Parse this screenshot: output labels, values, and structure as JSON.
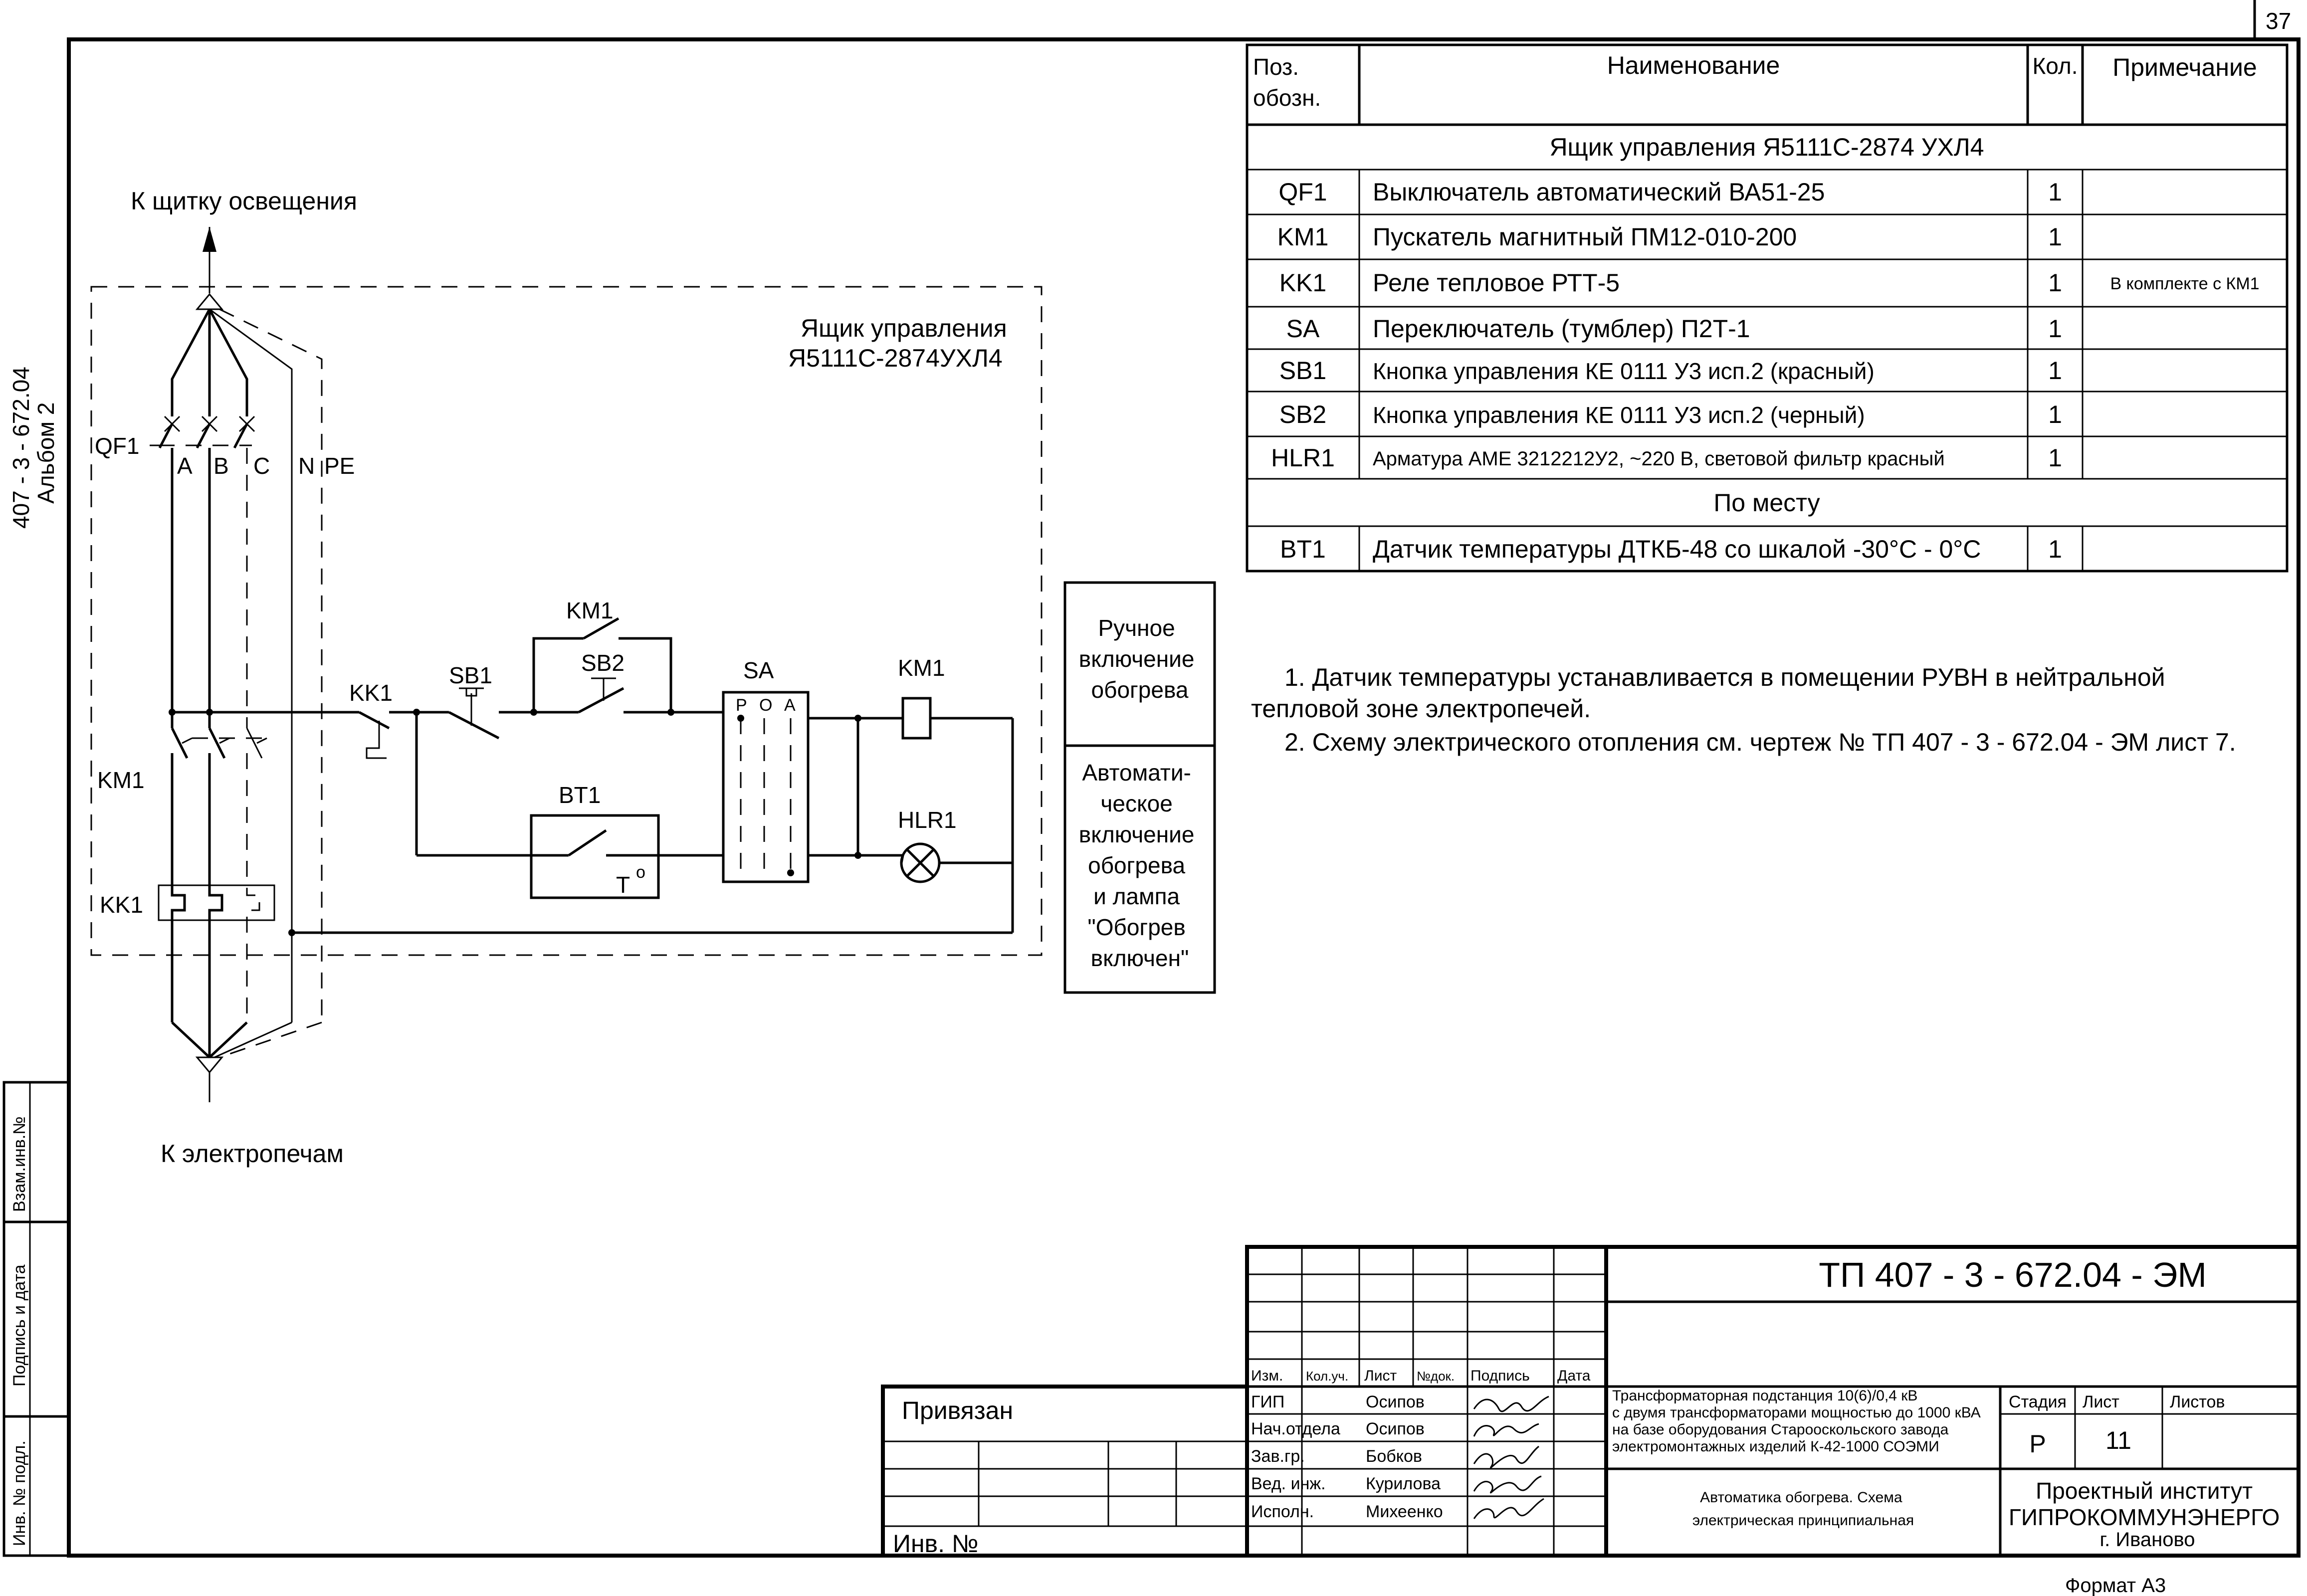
{
  "sheet_number": "37",
  "format": "Формат А3",
  "side_code": {
    "line1": "407 - 3 - 672.04",
    "line2": "Альбом 2"
  },
  "side_stamps": [
    "Взам.инв.№",
    "Подпись и дата",
    "Инв. № подл."
  ],
  "diagram": {
    "to_lighting": "К щитку освещения",
    "to_furnaces": "К  электропечам",
    "box_title_1": "Ящик управления",
    "box_title_2": "Я5111С-2874УХЛ4",
    "qf1": "QF1",
    "phase_a": "A",
    "phase_b": "B",
    "phase_c": "C",
    "neutral": "N",
    "pe": "PE",
    "km1_main": "KM1",
    "kk1_main": "KK1",
    "kk1_ctrl": "KK1",
    "km1_aux": "KM1",
    "sb1": "SB1",
    "sb2": "SB2",
    "sa": "SA",
    "sa_pos": [
      "P",
      "O",
      "A"
    ],
    "km1_coil": "KM1",
    "bt1": "BT1",
    "bt1_t": "T",
    "bt1_deg": "o",
    "hlr1": "HLR1",
    "manual": [
      "Ручное",
      "включение",
      "обогрева"
    ],
    "auto": [
      "Автомати-",
      "ческое",
      "включение",
      "обогрева",
      "и  лампа",
      "\"Обогрев",
      "включен\""
    ]
  },
  "spec": {
    "headers": {
      "pos_1": "Поз.",
      "pos_2": "обозн.",
      "name": "Наименование",
      "qty": "Кол.",
      "note": "Примечание"
    },
    "section_box": "Ящик управления Я5111С-2874 УХЛ4",
    "rows_box": [
      {
        "pos": "QF1",
        "name": "Выключатель автоматический ВА51-25",
        "qty": "1",
        "note": ""
      },
      {
        "pos": "KM1",
        "name": "Пускатель магнитный ПМ12-010-200",
        "qty": "1",
        "note": ""
      },
      {
        "pos": "KK1",
        "name": "Реле тепловое РТТ-5",
        "qty": "1",
        "note": "В комплекте с КМ1"
      },
      {
        "pos": "SA",
        "name": "Переключатель (тумблер) П2Т-1",
        "qty": "1",
        "note": ""
      },
      {
        "pos": "SB1",
        "name": "Кнопка управления КЕ 0111 У3 исп.2 (красный)",
        "qty": "1",
        "note": ""
      },
      {
        "pos": "SB2",
        "name": "Кнопка управления КЕ 0111 У3 исп.2 (черный)",
        "qty": "1",
        "note": ""
      },
      {
        "pos": "HLR1",
        "name": "Арматура АМЕ 3212212У2, ~220 В, световой фильтр красный",
        "qty": "1",
        "note": ""
      }
    ],
    "section_place": "По месту",
    "rows_place": [
      {
        "pos": "BT1",
        "name": "Датчик температуры ДТКБ-48 со шкалой -30°С - 0°С",
        "qty": "1",
        "note": ""
      }
    ]
  },
  "notes": {
    "n1a": "1. Датчик температуры устанавливается в помещении РУВН в нейтральной",
    "n1b": "тепловой зоне электропечей.",
    "n2": "2. Схему электрического отопления см. чертеж № ТП 407 - 3 - 672.04 - ЭМ лист 7."
  },
  "title_block": {
    "doc_code": "ТП 407 - 3 - 672.04 - ЭМ",
    "cols": [
      "Изм.",
      "Кол.уч.",
      "Лист",
      "№док.",
      "Подпись",
      "Дата"
    ],
    "people": [
      {
        "role": "ГИП",
        "name": "Осипов"
      },
      {
        "role": "Нач.отдела",
        "name": "Осипов"
      },
      {
        "role": "Зав.гр.",
        "name": "Бобков"
      },
      {
        "role": "Вед. инж.",
        "name": "Курилова"
      },
      {
        "role": "Исполн.",
        "name": "Михеенко"
      }
    ],
    "project": [
      "Трансформаторная подстанция 10(6)/0,4 кВ",
      "с двумя трансформаторами мощностью до 1000 кВА",
      "на базе оборудования Старооскольского завода",
      "электромонтажных изделий К-42-1000 СОЭМИ"
    ],
    "sheet_title": [
      "Автоматика обогрева. Схема",
      "электрическая принципиальная"
    ],
    "stage_label": "Стадия",
    "sheet_label": "Лист",
    "sheets_label": "Листов",
    "stage": "Р",
    "sheet": "11",
    "sheets": "",
    "org": [
      "Проектный институт",
      "ГИПРОКОММУНЭНЕРГО",
      "г. Иваново"
    ],
    "privyazan": "Привязан",
    "inv": "Инв. №"
  }
}
